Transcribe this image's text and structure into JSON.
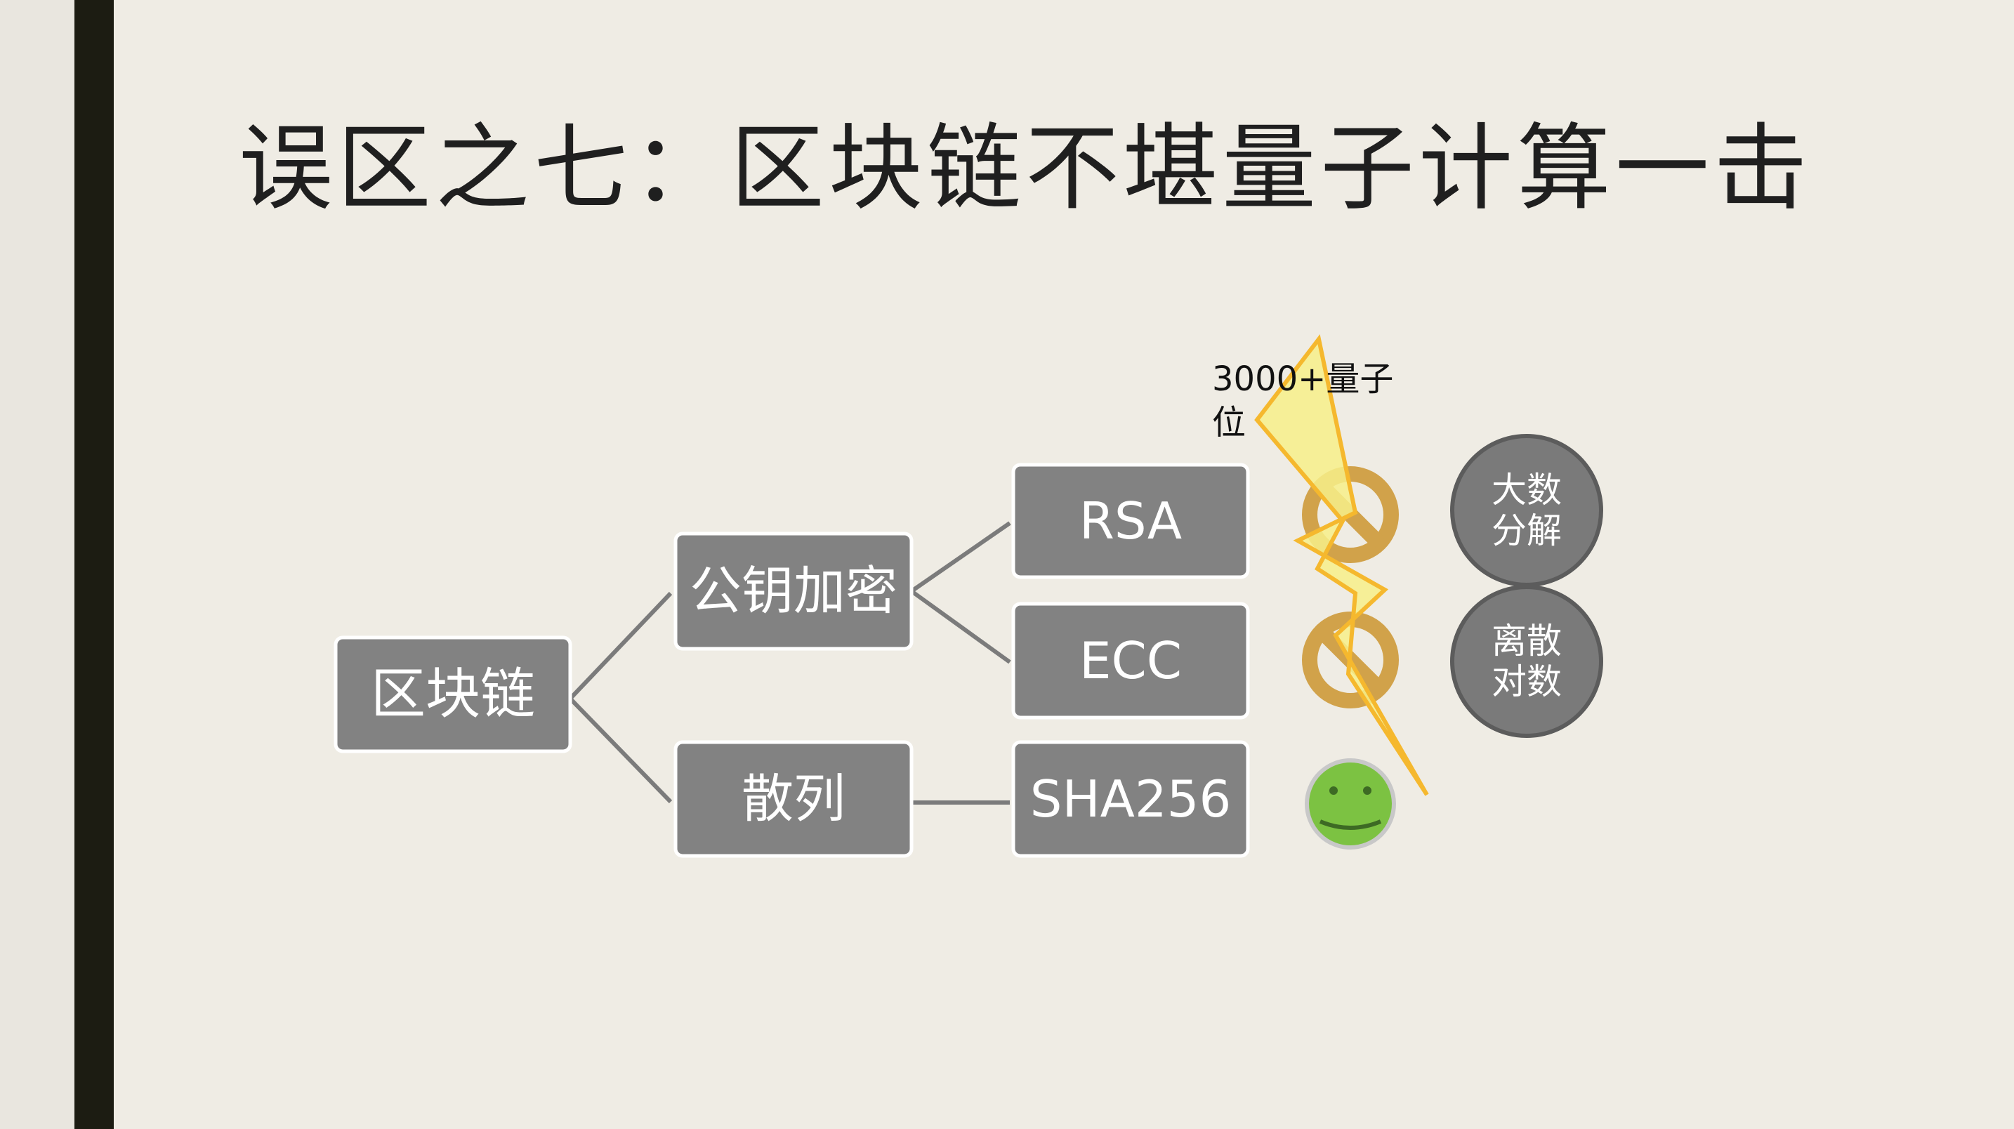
{
  "slide": {
    "title": "误区之七：区块链不堪量子计算一击"
  },
  "diagram": {
    "root": "区块链",
    "branch_public_key": "公钥加密",
    "branch_hash": "散列",
    "leaf_rsa": "RSA",
    "leaf_ecc": "ECC",
    "leaf_sha256": "SHA256",
    "circle_factorization_line1": "大数",
    "circle_factorization_line2": "分解",
    "circle_discrete_log_line1": "离散",
    "circle_discrete_log_line2": "对数",
    "qubit_label_line1": "3000+量子",
    "qubit_label_line2": "位",
    "icons": {
      "rsa_status": "no-symbol-icon",
      "ecc_status": "no-symbol-icon",
      "sha256_status": "smiley-face-icon",
      "attack": "lightning-bolt-icon"
    },
    "colors": {
      "box_fill": "#828282",
      "circle_fill": "#7a7a7a",
      "lightning_fill": "#f7f08a",
      "lightning_stroke": "#f5b82e",
      "no_symbol": "#d1a24a",
      "smiley_fill": "#7cc242"
    }
  }
}
